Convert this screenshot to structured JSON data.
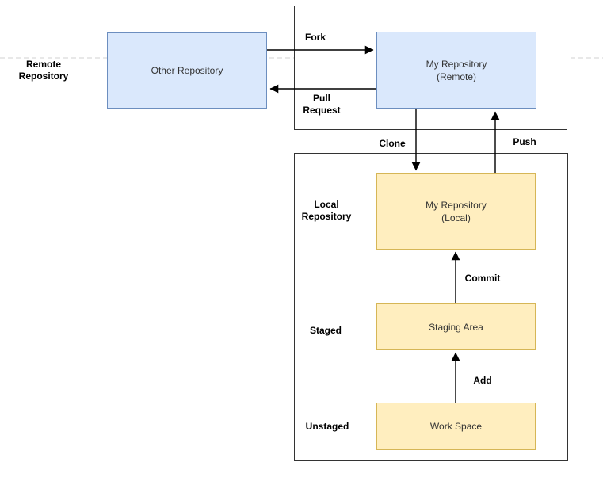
{
  "colors": {
    "node_blue_fill": "#dae8fc",
    "node_blue_border": "#6c8ebf",
    "node_yellow_fill": "#ffeebf",
    "node_yellow_border": "#d6b656",
    "container_border": "#333333",
    "dashed_line": "#d9d9d9",
    "node_text": "#333333",
    "label_text": "#000000",
    "arrow": "#000000"
  },
  "lane_labels": {
    "remote_repository": {
      "line1": "Remote",
      "line2": "Repository"
    },
    "local_repository": {
      "line1": "Local",
      "line2": "Repository"
    },
    "staged": "Staged",
    "unstaged": "Unstaged"
  },
  "nodes": {
    "other_repository": {
      "label": "Other Repository"
    },
    "my_repository_remote": {
      "line1": "My Repository",
      "line2": "(Remote)"
    },
    "my_repository_local": {
      "line1": "My Repository",
      "line2": "(Local)"
    },
    "staging_area": {
      "label": "Staging Area"
    },
    "work_space": {
      "label": "Work Space"
    }
  },
  "arrow_labels": {
    "fork": "Fork",
    "pull_request": {
      "line1": "Pull",
      "line2": "Request"
    },
    "clone": "Clone",
    "push": "Push",
    "commit": "Commit",
    "add": "Add"
  }
}
